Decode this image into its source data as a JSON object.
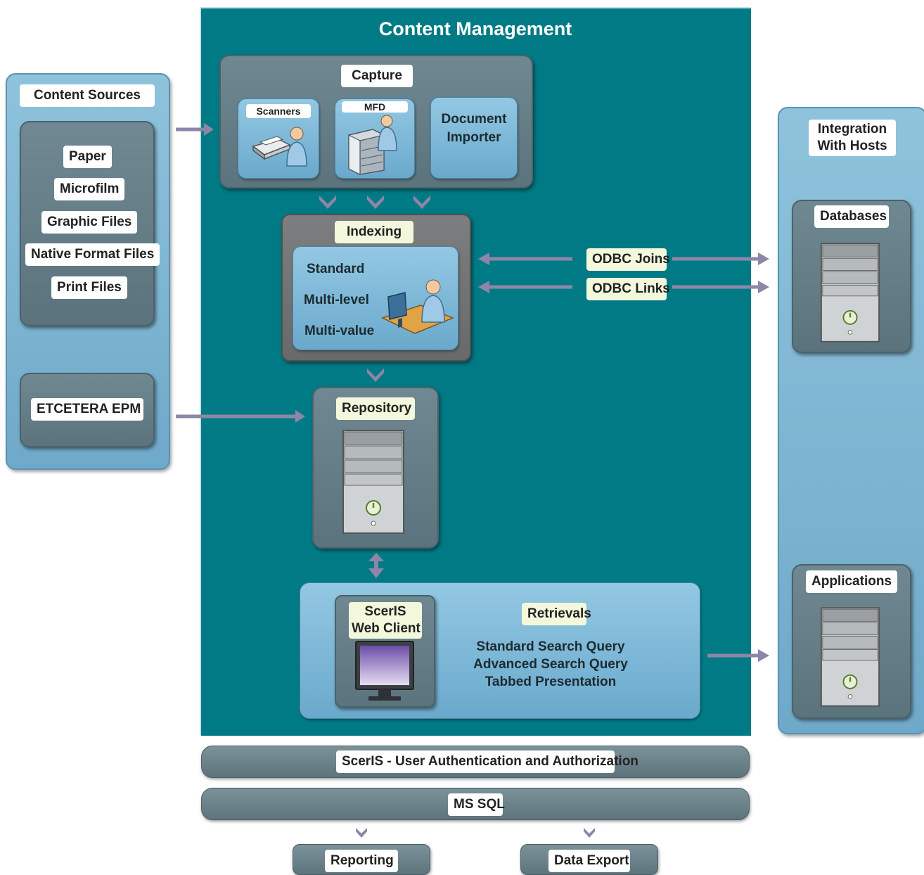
{
  "content_sources": {
    "title": "Content Sources",
    "items": [
      "Paper",
      "Microfilm",
      "Graphic Files",
      "Native Format Files",
      "Print Files"
    ],
    "epm": "ETCETERA EPM"
  },
  "content_management": {
    "title": "Content Management",
    "capture": {
      "title": "Capture",
      "scanners": "Scanners",
      "mfd": "MFD",
      "importer_line1": "Document",
      "importer_line2": "Importer"
    },
    "indexing": {
      "title": "Indexing",
      "items": [
        "Standard",
        "Multi-level",
        "Multi-value"
      ]
    },
    "repository": {
      "title": "Repository"
    },
    "web_client": {
      "line1": "ScerIS",
      "line2": "Web Client"
    },
    "retrievals": {
      "title": "Retrievals",
      "items": [
        "Standard Search Query",
        "Advanced Search Query",
        "Tabbed Presentation"
      ]
    }
  },
  "odbc": {
    "joins": "ODBC Joins",
    "links": "ODBC Links"
  },
  "integration": {
    "title_line1": "Integration",
    "title_line2": "With Hosts",
    "databases": "Databases",
    "applications": "Applications"
  },
  "bottom": {
    "auth": "ScerIS - User Authentication and Authorization",
    "sql": "MS SQL",
    "reporting": "Reporting",
    "export": "Data Export"
  },
  "colors": {
    "teal_background": "#007a84",
    "light_blue_panel": "#7fb6d4",
    "gray_panel": "#5e767f",
    "arrow": "#8e86a8"
  }
}
